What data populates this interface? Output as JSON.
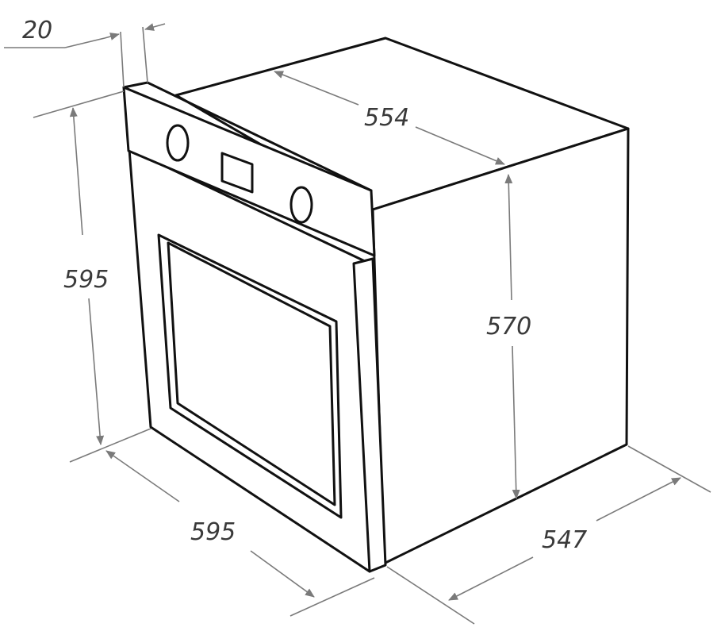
{
  "diagram": {
    "dimensions": {
      "panel_depth": "20",
      "top_width": "554",
      "front_height": "595",
      "body_height": "570",
      "front_width": "595",
      "side_depth": "547"
    },
    "colors": {
      "outline": "#111111",
      "dimension": "#7a7a7a",
      "label": "#3a3a3a"
    }
  }
}
